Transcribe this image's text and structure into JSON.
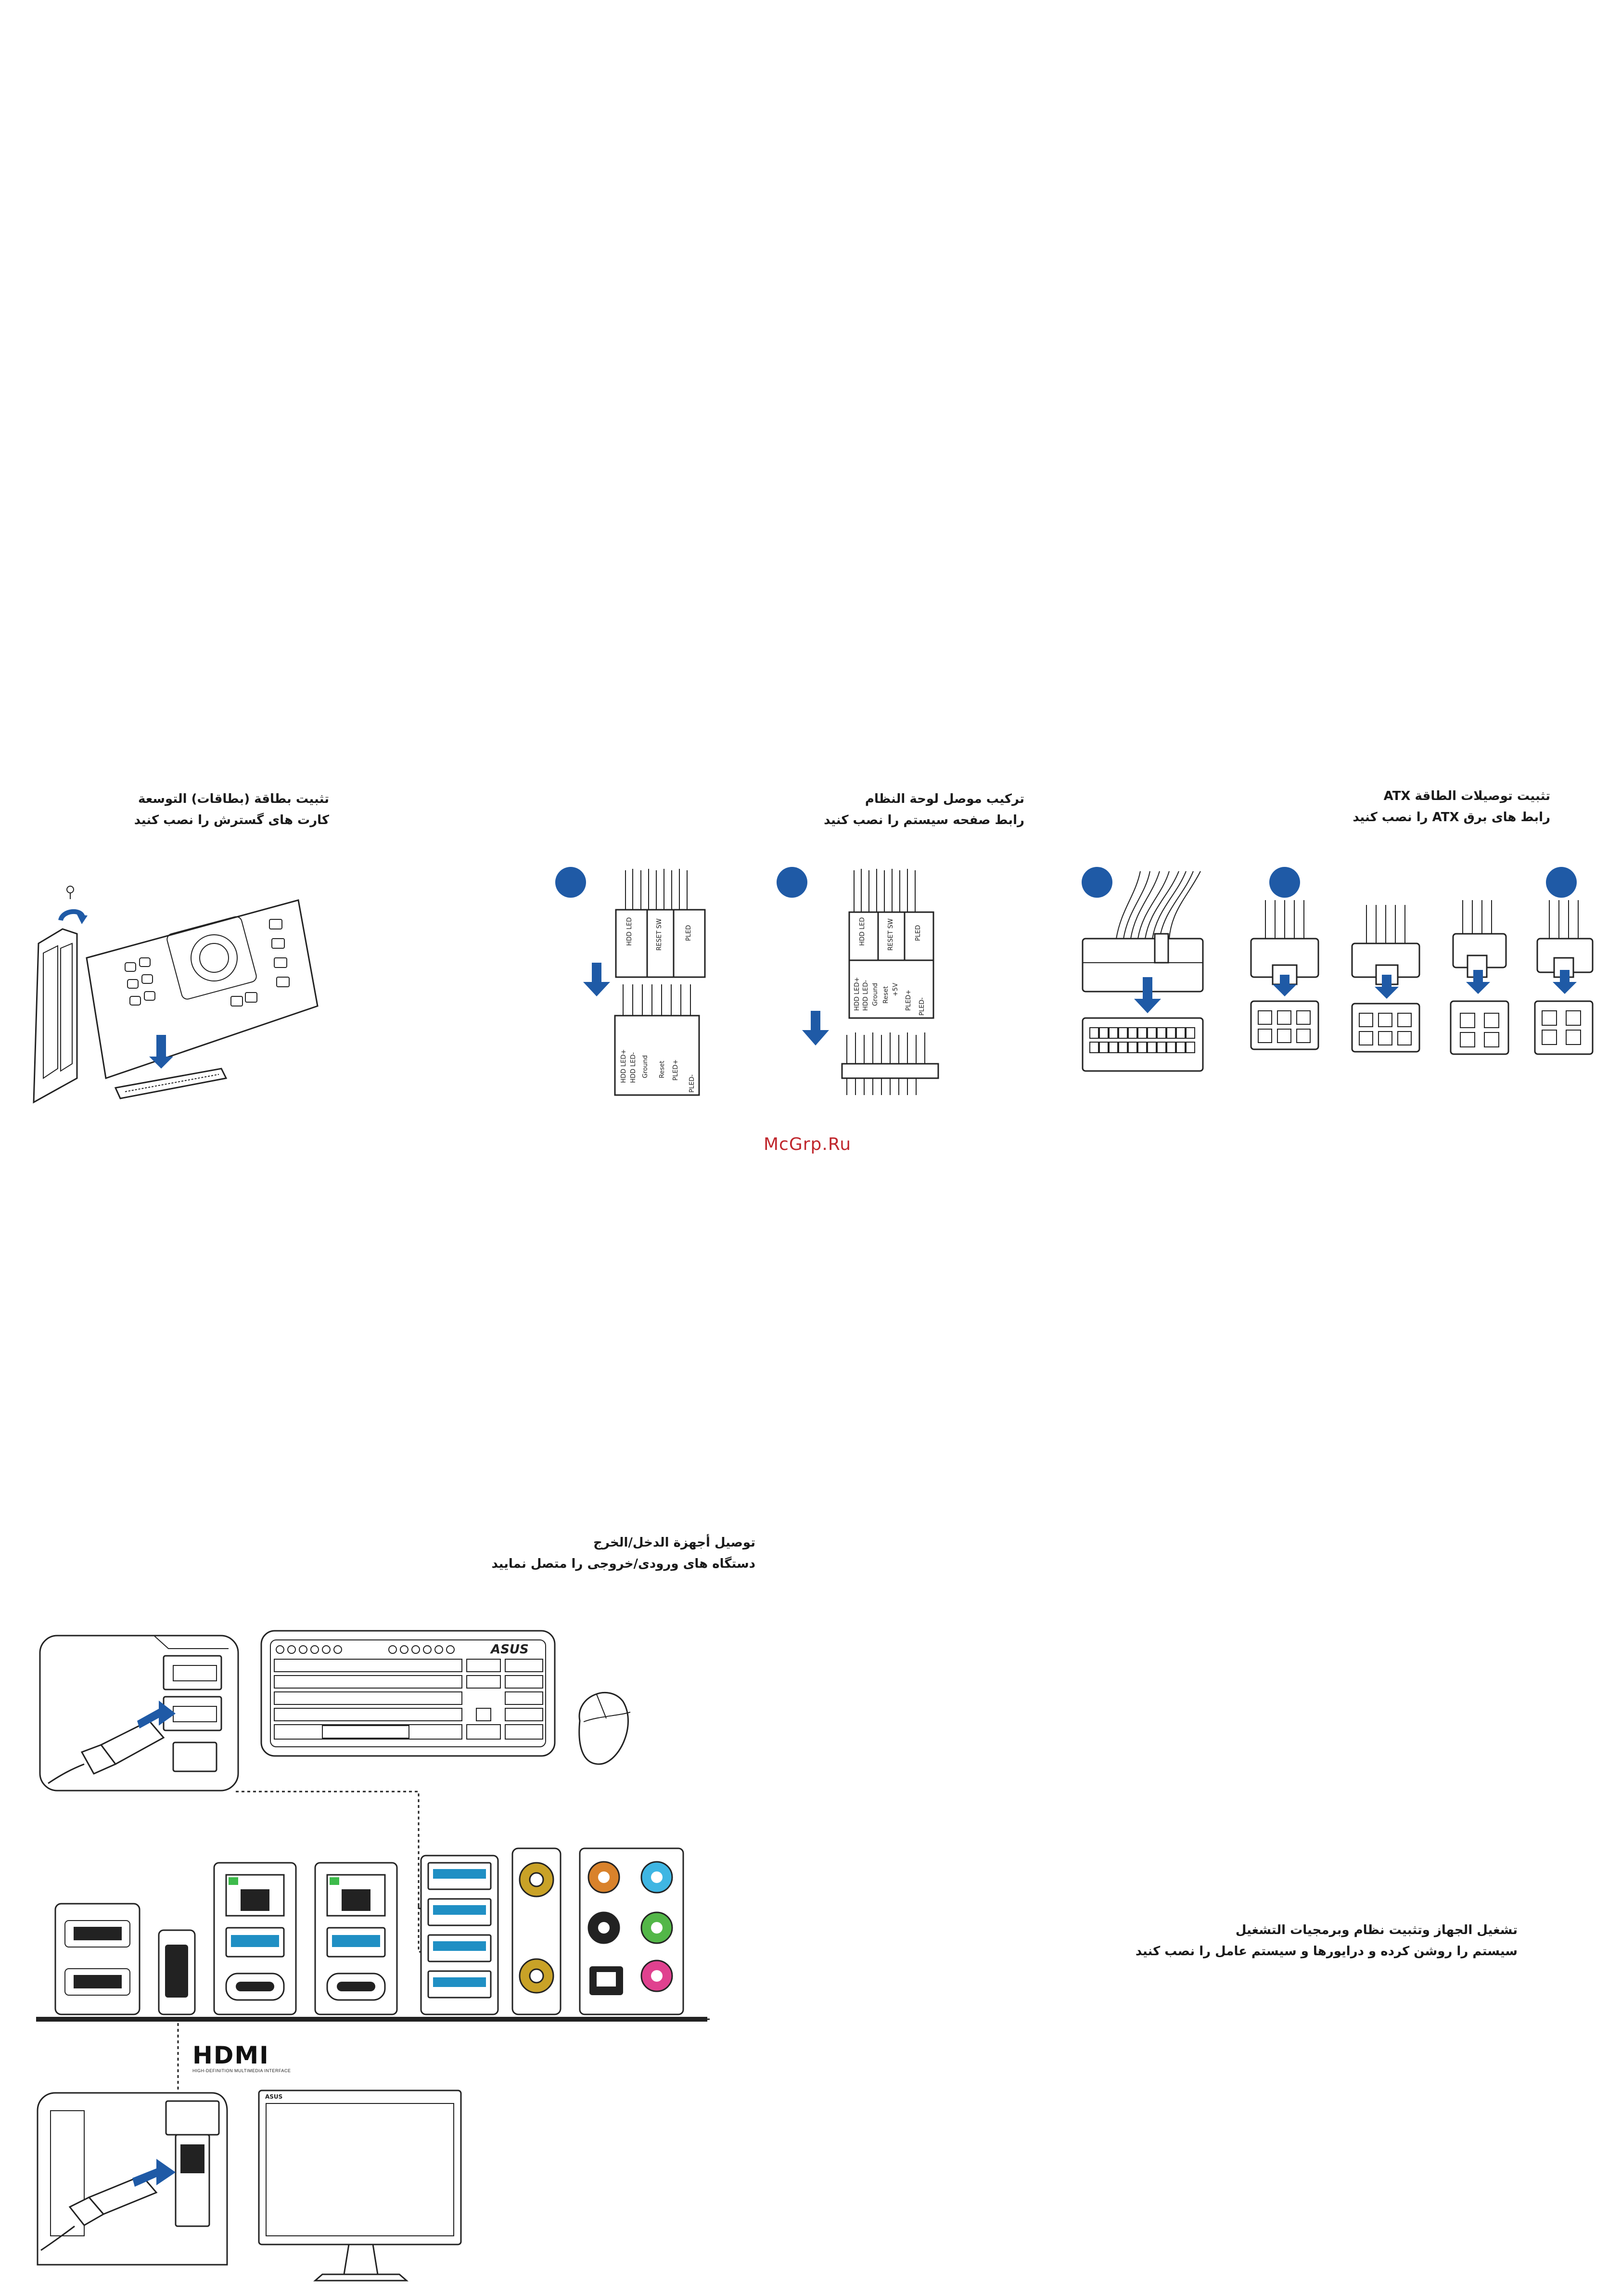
{
  "sections": {
    "expansion_card": {
      "title_ar": "تثبيت بطاقة (بطاقات) التوسعة",
      "title_fa": "كارت های گسترش را نصب كنيد"
    },
    "front_panel": {
      "title_ar": "تركيب موصل لوحة النظام",
      "title_fa": "رابط صفحه سيستم را نصب كنيد",
      "labels_top": [
        "HDD LED",
        "RESET SW",
        "PLED"
      ],
      "labels_pins_a": [
        "HDD LED+",
        "HDD LED-",
        "Ground",
        "Reset",
        "PLED+",
        "PLED-"
      ],
      "labels_pins_b": [
        "HDD LED+",
        "HDD LED-",
        "Ground",
        "Reset",
        "+5V",
        "PLED+",
        "PLED-"
      ]
    },
    "atx_power": {
      "title_ar": "تثبيت توصيلات الطاقة ATX",
      "title_fa": "رابط های برق ATX را نصب كنيد"
    },
    "io_devices": {
      "title_ar": "توصيل أجهزة الدخل/الخرج",
      "title_fa": "دستگاه های ورودی/خروجی را متصل نماييد",
      "hdmi_logo": "HDMI",
      "hdmi_tagline": "HIGH-DEFINITION MULTIMEDIA INTERFACE",
      "keyboard_brand": "ASUS",
      "monitor_brand": "ASUS"
    },
    "power_on": {
      "title_ar": "تشغيل الجهاز وتثبيت نظام وبرمجيات التشغيل",
      "title_fa": "سيستم را روشن كرده و درايورها و سيستم عامل را نصب كنيد"
    }
  },
  "watermark": "McGrp.Ru",
  "colors": {
    "accent_blue": "#1f5aa6",
    "audio_orange": "#d9822b",
    "audio_blue": "#3fb6e3",
    "audio_black": "#222222",
    "audio_green": "#53b748",
    "audio_pink": "#e0418f",
    "lan_led_green": "#3dbb4b",
    "usb_blue": "#1f8fc4",
    "antenna_gold": "#c9a227",
    "watermark_red": "#c0272d"
  },
  "icons": [
    "screw-icon",
    "rotate-arrow-icon",
    "down-arrow-icon",
    "usb-plug-icon",
    "hdmi-plug-icon",
    "mouse-icon",
    "keyboard-icon",
    "monitor-icon"
  ]
}
